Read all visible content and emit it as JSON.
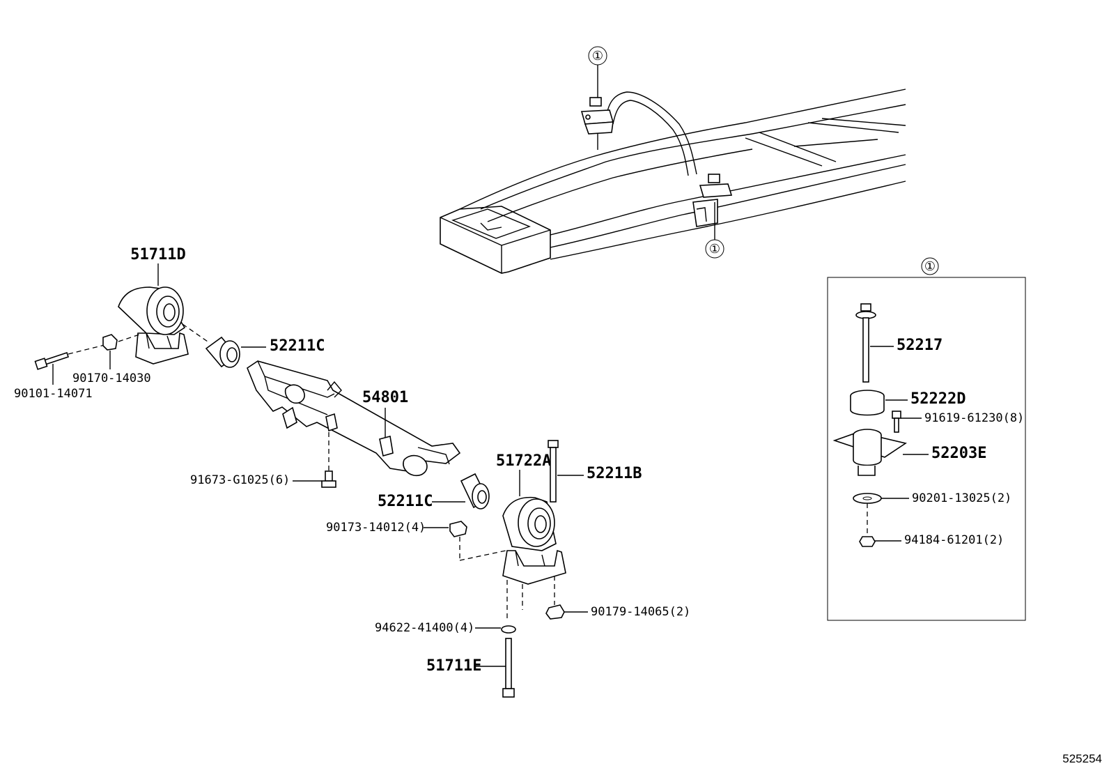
{
  "labels": {
    "p51711D": "51711D",
    "p52211C_top": "52211C",
    "p90170": "90170-14030",
    "p90101": "90101-14071",
    "p54801": "54801",
    "p91673": "91673-G1025(6)",
    "p51722A": "51722A",
    "p52211B": "52211B",
    "p52211C_bot": "52211C",
    "p90173": "90173-14012(4)",
    "p90179": "90179-14065(2)",
    "p94622": "94622-41400(4)",
    "p51711E": "51711E",
    "p52217": "52217",
    "p52222D": "52222D",
    "p91619": "91619-61230(8)",
    "p52203E": "52203E",
    "p90201": "90201-13025(2)",
    "p94184": "94184-61201(2)"
  },
  "callouts": {
    "marker": "①"
  },
  "diagram_id": "525254"
}
